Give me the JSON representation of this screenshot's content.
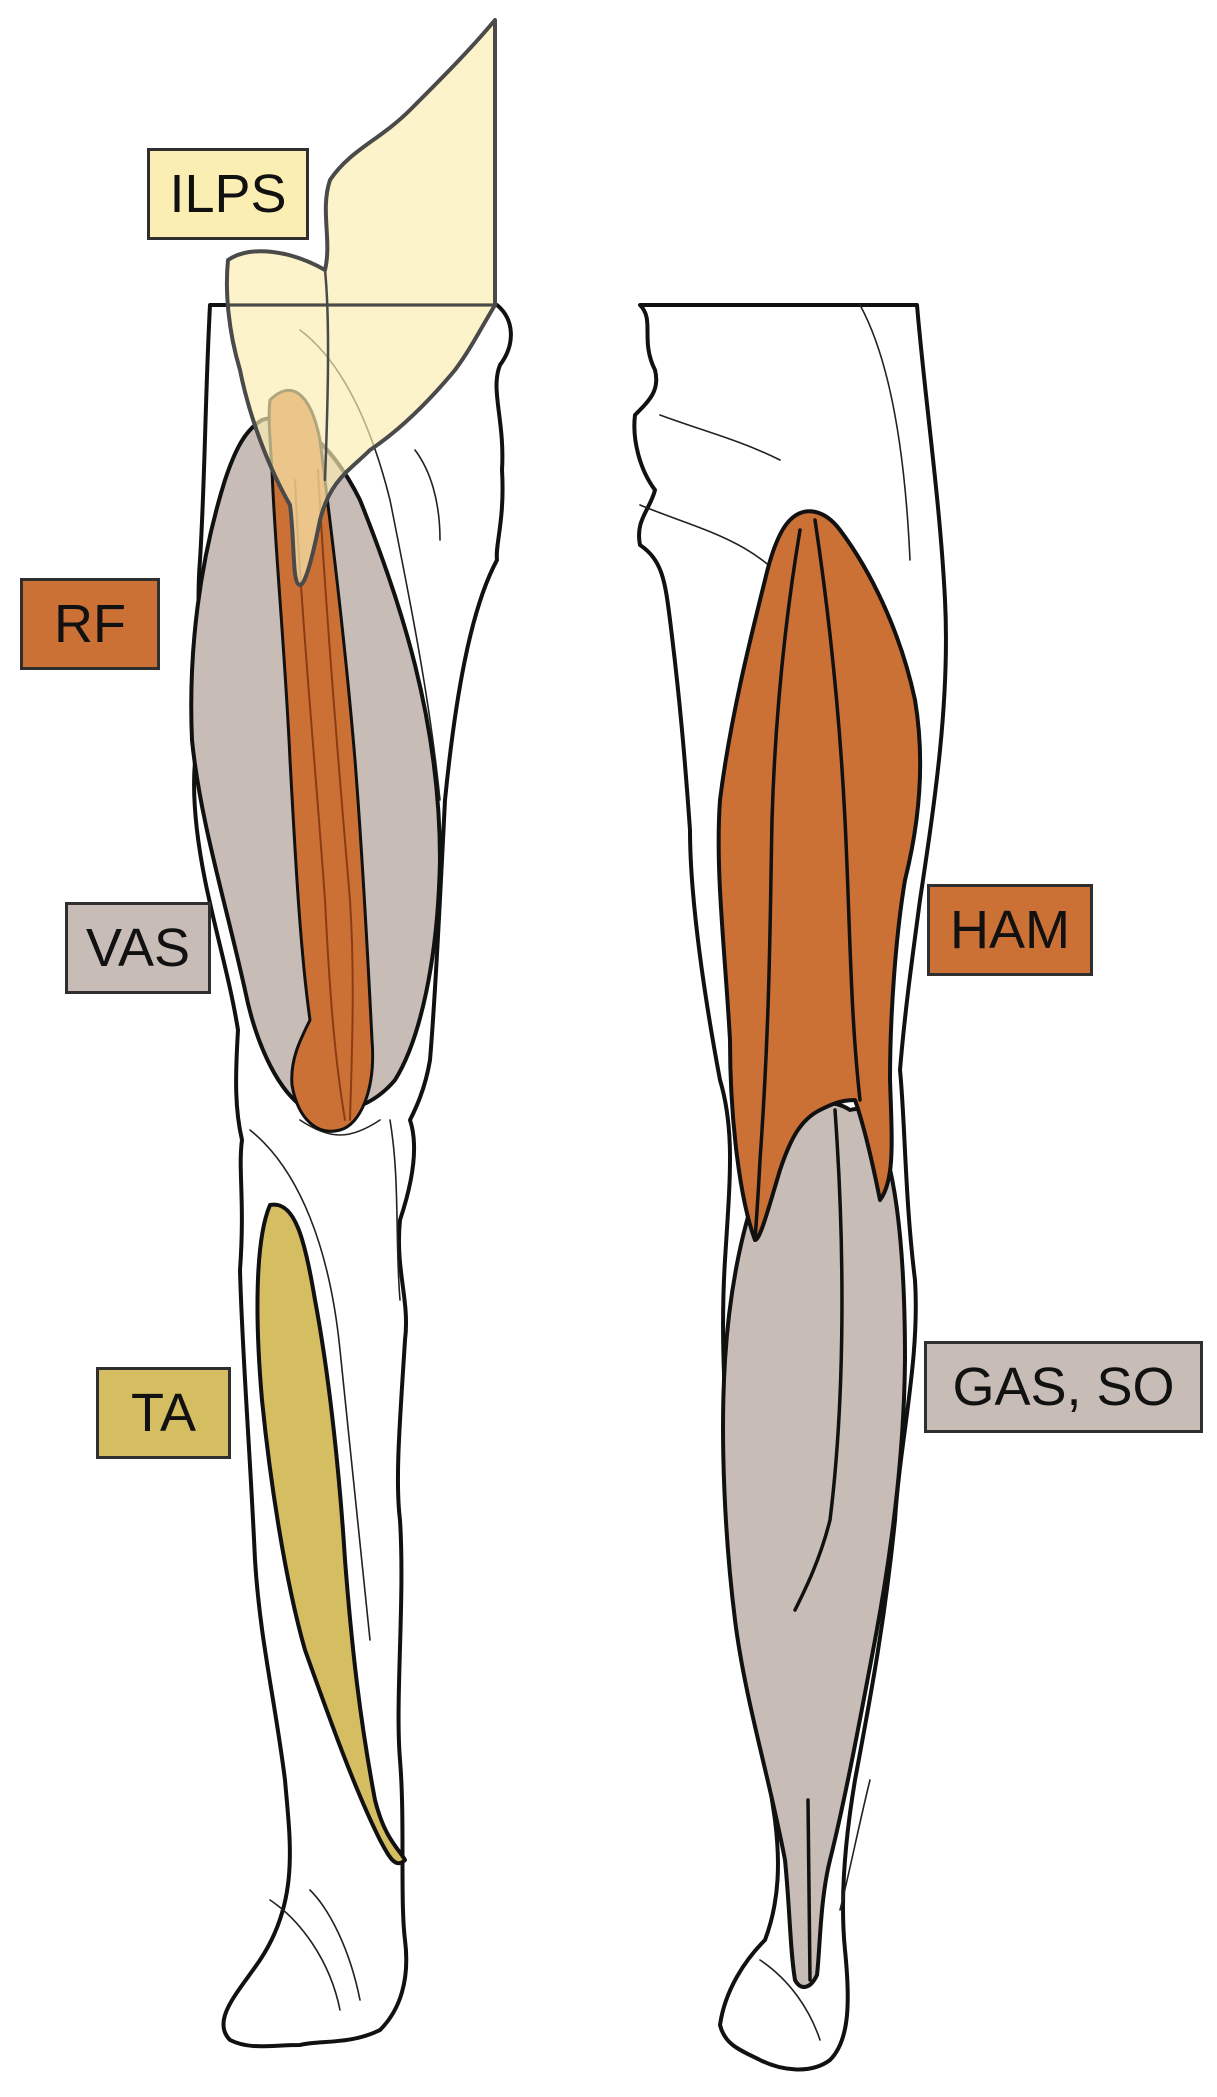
{
  "colors": {
    "ilps": "#fbeeb3",
    "rf": "#cc7136",
    "vas": "#c7bcb6",
    "ta": "#d5bd62",
    "ham": "#cc7136",
    "gas_so": "#c7bcb6",
    "outline": "#111111",
    "skin": "#ffffff"
  },
  "labels": {
    "ilps": "ILPS",
    "rf": "RF",
    "vas": "VAS",
    "ta": "TA",
    "ham": "HAM",
    "gas_so": "GAS, SO"
  }
}
